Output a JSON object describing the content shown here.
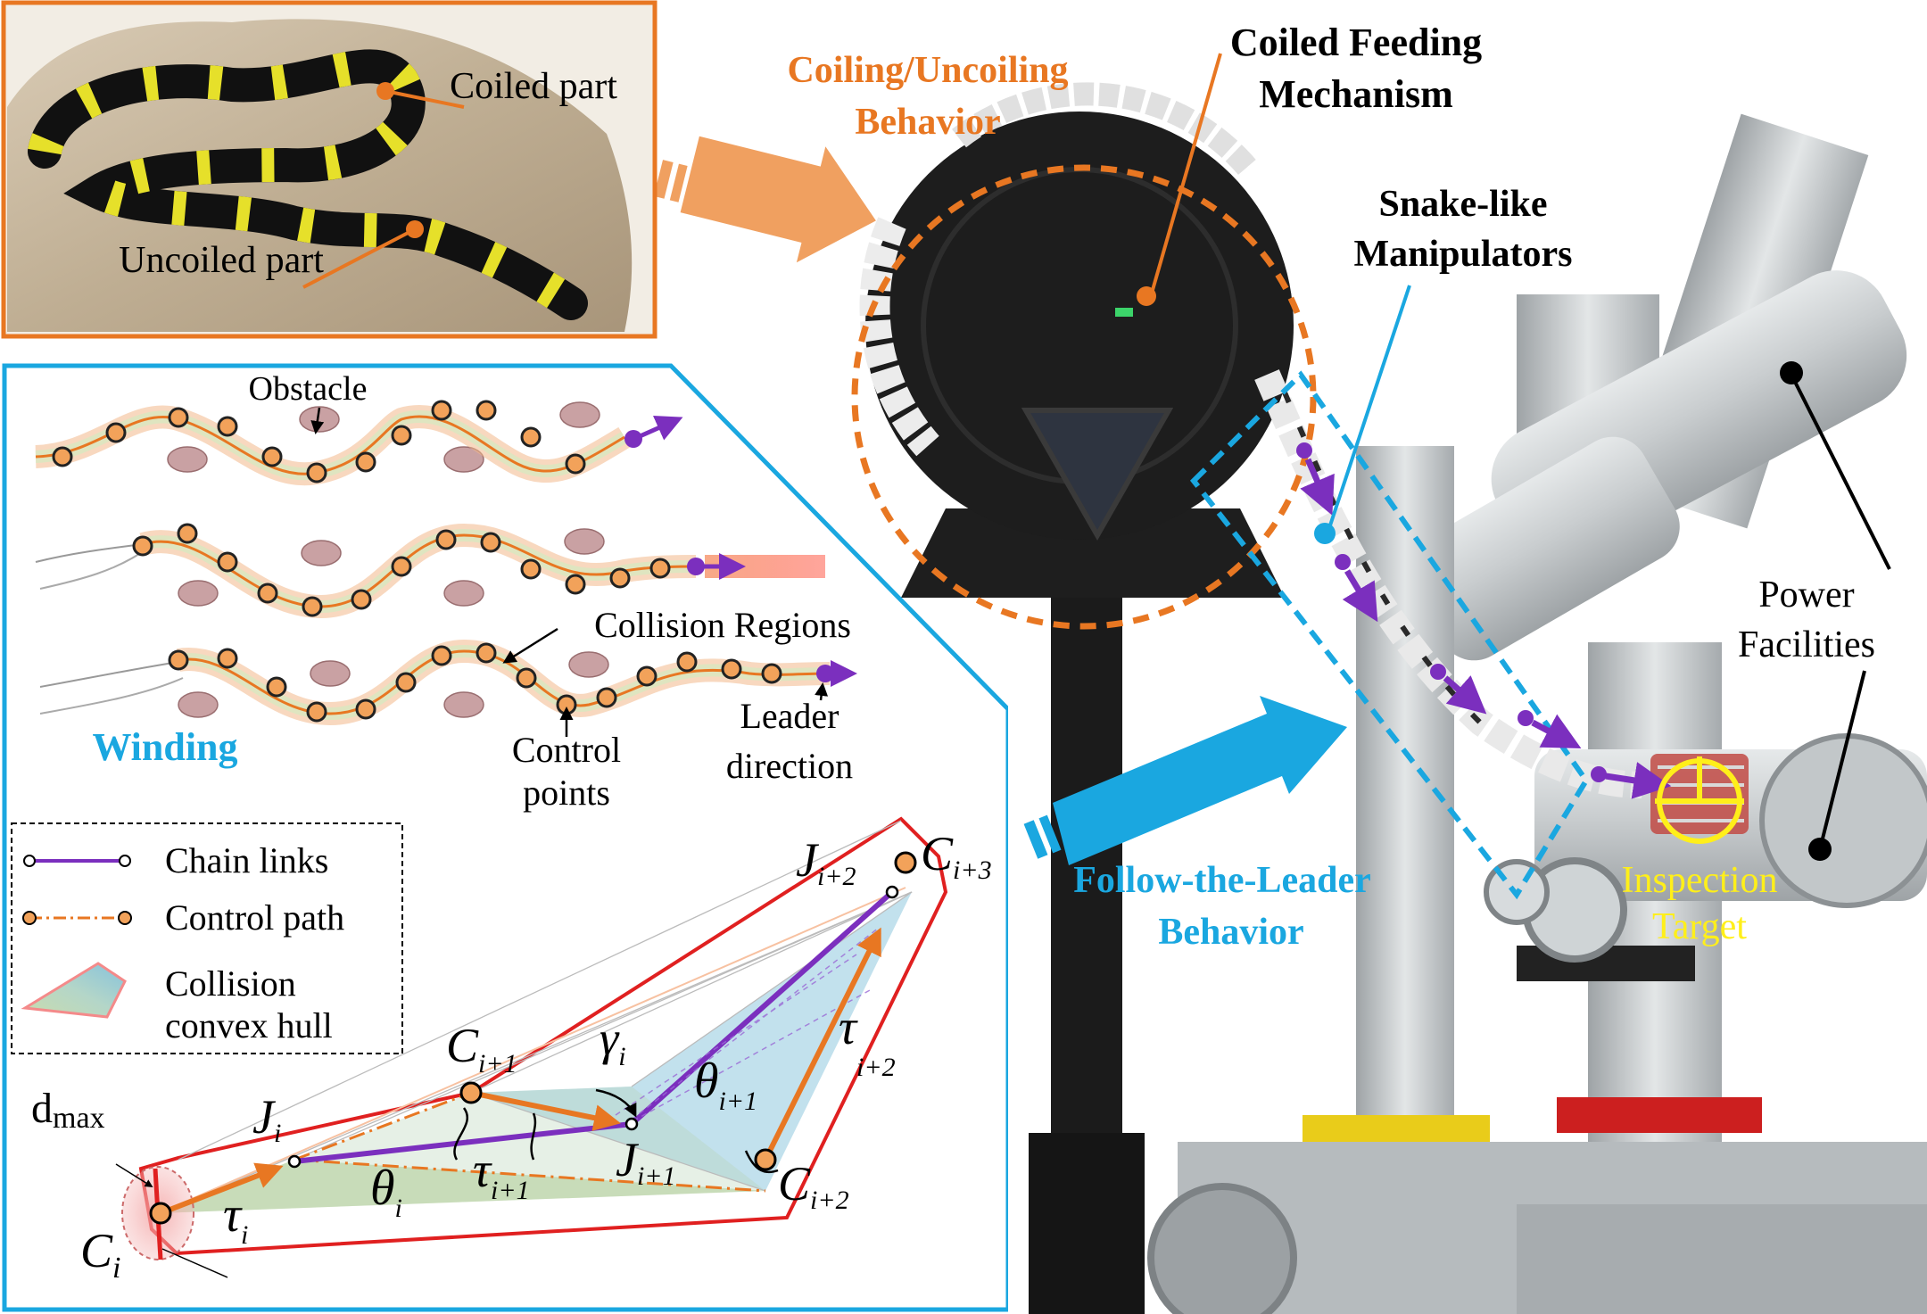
{
  "colors": {
    "orange": "#E87722",
    "orange_light": "#F0A060",
    "blue": "#1AA7E0",
    "purple": "#7B2FBE",
    "red": "#E02020",
    "yellow": "#FFEF1A",
    "hull_green": "#C8DDB0",
    "hull_blue": "#8FC8DE"
  },
  "snake_panel": {
    "coiled_label": "Coiled part",
    "uncoiled_label": "Uncoiled part"
  },
  "coiling": {
    "label_line1": "Coiling/Uncoiling",
    "label_line2": "Behavior"
  },
  "mechanism": {
    "label_line1": "Coiled Feeding",
    "label_line2": "Mechanism"
  },
  "manipulators": {
    "label_line1": "Snake-like",
    "label_line2": "Manipulators"
  },
  "facilities": {
    "label_line1": "Power",
    "label_line2": "Facilities"
  },
  "inspection": {
    "label_line1": "Inspection",
    "label_line2": "Target"
  },
  "ftl": {
    "label_line1": "Follow-the-Leader",
    "label_line2": "Behavior"
  },
  "winding_panel": {
    "obstacle_label": "Obstacle",
    "collision_regions_label": "Collision Regions",
    "winding_label": "Winding",
    "control_points_line1": "Control",
    "control_points_line2": "points",
    "leader_line1": "Leader",
    "leader_line2": "direction"
  },
  "legend": {
    "chain_links": "Chain links",
    "control_path": "Control path",
    "hull_line1": "Collision",
    "hull_line2": "convex hull"
  },
  "geometry_labels": {
    "dmax_main": "d",
    "dmax_sub": "max",
    "Ci": "C",
    "Ci_sub": "i",
    "Ci1": "C",
    "Ci1_sub": "i+1",
    "Ci2": "C",
    "Ci2_sub": "i+2",
    "Ci3": "C",
    "Ci3_sub": "i+3",
    "Ji": "J",
    "Ji_sub": "i",
    "Ji1": "J",
    "Ji1_sub": "i+1",
    "Ji2": "J",
    "Ji2_sub": "i+2",
    "tau_i": "τ",
    "tau_i_sub": "i",
    "tau_i1": "τ",
    "tau_i1_sub": "i+1",
    "tau_i2": "τ",
    "tau_i2_sub": "i+2",
    "theta_i": "θ",
    "theta_i_sub": "i",
    "theta_i1": "θ",
    "theta_i1_sub": "i+1",
    "gamma_i": "γ",
    "gamma_i_sub": "i"
  }
}
